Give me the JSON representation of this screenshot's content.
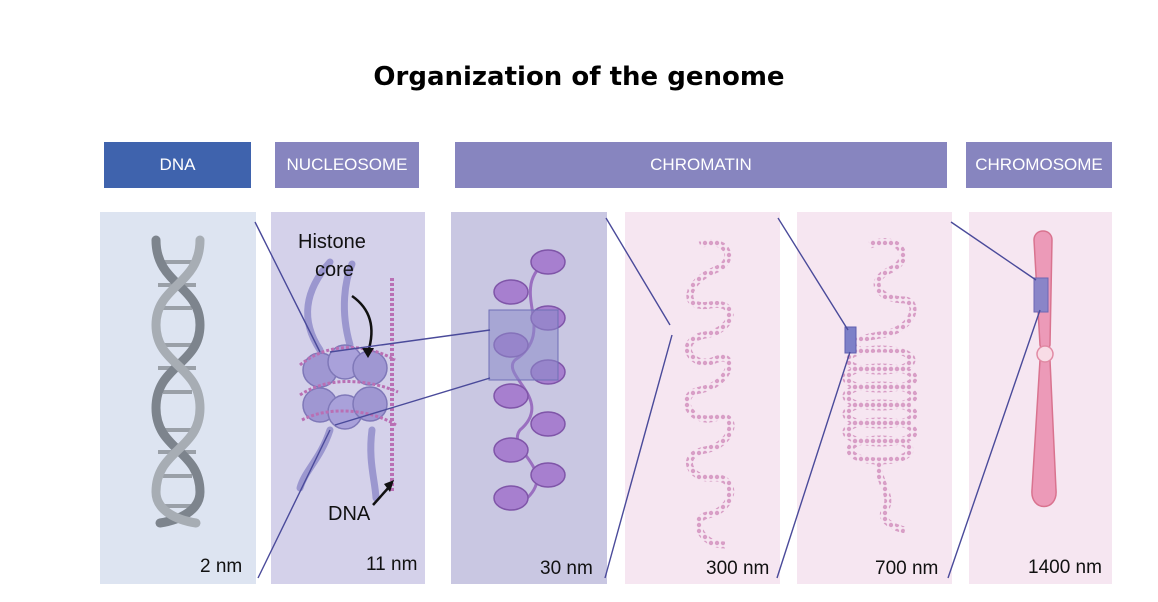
{
  "title": "Organization of the genome",
  "headers": {
    "dna": "DNA",
    "nucleosome": "NUCLEOSOME",
    "chromatin": "CHROMATIN",
    "chromosome": "CHROMOSOME"
  },
  "scales": {
    "dna": "2 nm",
    "nucleosome": "11 nm",
    "chromatin30": "30 nm",
    "chromatin300": "300 nm",
    "chromatin700": "700 nm",
    "chromosome": "1400 nm"
  },
  "annotations": {
    "histone_line1": "Histone",
    "histone_line2": "core",
    "dna_label": "DNA"
  },
  "colors": {
    "dna_header": "#3f63ad",
    "purple_header": "#7f7dbb",
    "panel_blue": "#dde4f1",
    "panel_lavender": "#d4d1ea",
    "panel_violet": "#c9c7e2",
    "panel_pink": "#f6e6f1",
    "nucleosome": "#a07cc7",
    "fiber": "#d9a3cb",
    "chromosome": "#ec9ab8",
    "line": "#4a4a9a"
  }
}
